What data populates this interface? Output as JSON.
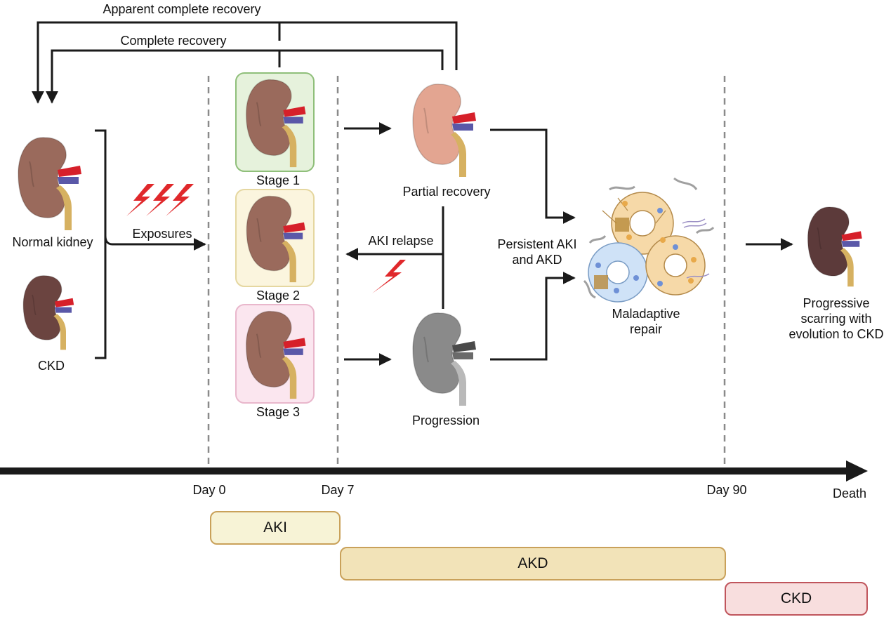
{
  "arrows": {
    "apparent_complete_recovery": "Apparent complete recovery",
    "complete_recovery": "Complete recovery",
    "exposures": "Exposures",
    "aki_relapse": "AKI relapse"
  },
  "kidneys": {
    "normal": "Normal kidney",
    "ckd": "CKD",
    "stage1": "Stage 1",
    "stage2": "Stage 2",
    "stage3": "Stage 3",
    "partial_recovery": "Partial recovery",
    "progression": "Progression",
    "final": "Progressive scarring with evolution to CKD"
  },
  "persistent": "Persistent AKI and AKD",
  "maladaptive": "Maladaptive repair",
  "timeline": {
    "day0": "Day 0",
    "day7": "Day 7",
    "day90": "Day 90",
    "death": "Death"
  },
  "phases": {
    "aki": "AKI",
    "akd": "AKD",
    "ckd": "CKD"
  },
  "colors": {
    "kidney_normal": "#9a6a5c",
    "kidney_ckd": "#6b4440",
    "kidney_partial": "#e3a591",
    "kidney_progression": "#8a8a8a",
    "stage1_bg": "#e6f2dc",
    "stage2_bg": "#fbf5de",
    "stage3_bg": "#fbe6ef",
    "aki_bar": "#f7f3d6",
    "akd_bar": "#f2e3b8",
    "ckd_bar": "#f8dede",
    "lightning": "#e0282b"
  }
}
